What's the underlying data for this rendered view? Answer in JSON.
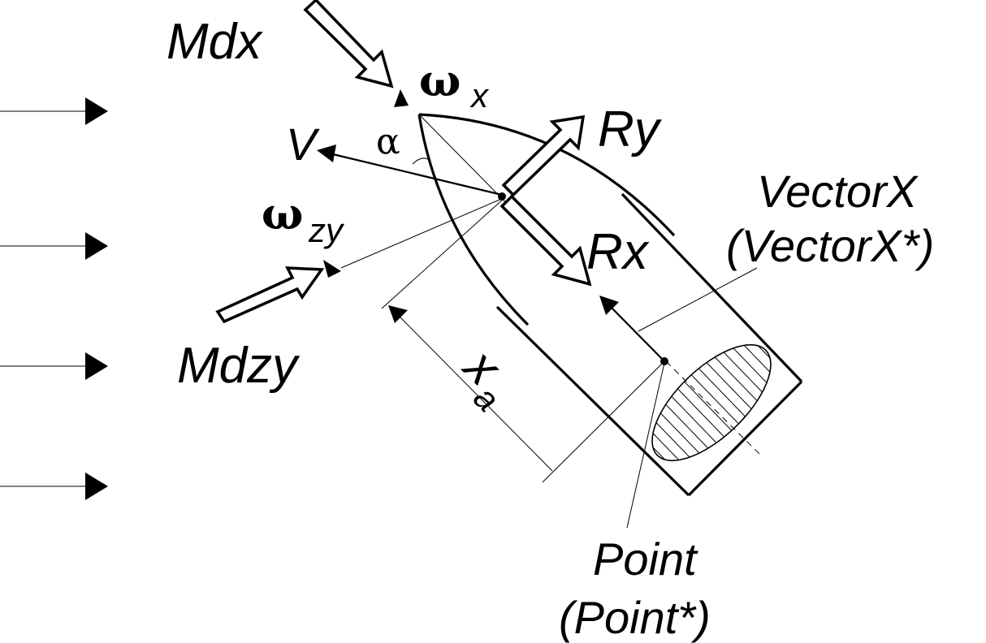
{
  "labels": {
    "mdx": "Mdx",
    "omega_x": "ω",
    "omega_x_sub": "x",
    "ry": "Ry",
    "v": "V",
    "alpha": "α",
    "vector_x": "VectorX",
    "vector_x_star": "(VectorX*)",
    "omega_zy": "ω",
    "omega_zy_sub": "zy",
    "rx": "Rx",
    "mdzy": "Mdzy",
    "x_a": "x",
    "x_a_sub": "a",
    "point": "Point",
    "point_star": "(Point*)"
  }
}
